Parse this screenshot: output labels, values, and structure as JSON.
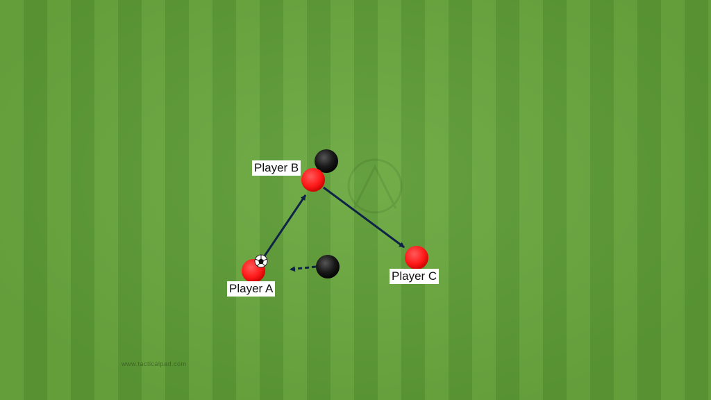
{
  "diagram": {
    "players": [
      {
        "id": "a",
        "label": "Player A",
        "team": "red"
      },
      {
        "id": "b",
        "label": "Player B",
        "team": "red"
      },
      {
        "id": "c",
        "label": "Player C",
        "team": "red"
      }
    ],
    "opponents": [
      {
        "id": "d1"
      },
      {
        "id": "d2"
      }
    ],
    "ball": {
      "holder": "Player A"
    },
    "passes": [
      {
        "from": "Player A",
        "to": "Player B",
        "style": "solid"
      },
      {
        "from": "Player B",
        "to": "Player C",
        "style": "solid"
      }
    ],
    "runs": [
      {
        "from": "defender",
        "to": "Player A",
        "style": "dashed"
      }
    ]
  },
  "watermarks": {
    "bottom_left": "www.tacticalpad.com"
  },
  "colors": {
    "red_team": "#ff1a1a",
    "black_team": "#111111",
    "arrow": "#0f2346",
    "pitch_light": "#6aa83f",
    "pitch_dark": "#5c9a34"
  }
}
